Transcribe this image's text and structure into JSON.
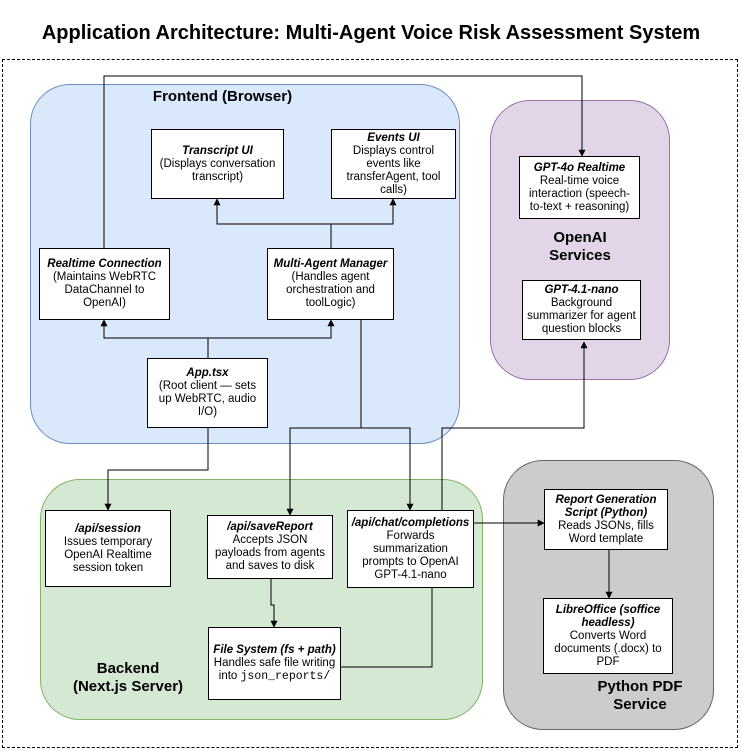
{
  "title": "Application Architecture: Multi-Agent Voice Risk Assessment System",
  "regions": {
    "frontend": "Frontend (Browser)",
    "openai_line1": "OpenAI",
    "openai_line2": "Services",
    "backend_line1": "Backend",
    "backend_line2": "(Next.js Server)",
    "python_line1": "Python PDF",
    "python_line2": "Service"
  },
  "nodes": {
    "transcript_ui": {
      "title": "Transcript UI",
      "desc": "(Displays conversation transcript)"
    },
    "events_ui": {
      "title": "Events UI",
      "desc": "Displays control events like transferAgent, tool calls)"
    },
    "realtime_connection": {
      "title": "Realtime Connection",
      "desc": " (Maintains WebRTC DataChannel to OpenAI)"
    },
    "multi_agent_manager": {
      "title": "Multi-Agent Manager",
      "desc": "(Handles agent orchestration and toolLogic)"
    },
    "app_tsx": {
      "title": "App.tsx",
      "desc": "(Root client — sets up WebRTC, audio I/O)"
    },
    "gpt4o_realtime": {
      "title": "GPT-4o Realtime",
      "desc": "Real-time voice interaction (speech-to-text + reasoning)"
    },
    "gpt41_nano": {
      "title": "GPT-4.1-nano",
      "desc": "Background summarizer for agent question blocks"
    },
    "api_session": {
      "title": "/api/session",
      "desc": "Issues temporary OpenAI Realtime session token"
    },
    "api_save_report": {
      "title": "/api/saveReport",
      "desc": "Accepts JSON payloads from agents and saves to disk"
    },
    "api_chat_completions": {
      "title": "/api/chat/completions",
      "desc": "Forwards summarization prompts to OpenAI GPT-4.1-nano"
    },
    "file_system": {
      "title": "File System (fs + path)",
      "desc": "Handles safe file writing into ",
      "code": "json_reports/"
    },
    "report_generation": {
      "title": "Report Generation Script (Python)",
      "desc": "Reads JSONs, fills Word template"
    },
    "libreoffice": {
      "title": "LibreOffice (soffice headless)",
      "desc": "Converts Word documents (.docx) to PDF"
    }
  },
  "colors": {
    "frontend_fill": "#dae8fc",
    "frontend_stroke": "#6c8ebf",
    "openai_fill": "#e1d5e7",
    "openai_stroke": "#9673a6",
    "backend_fill": "#d5e8d4",
    "backend_stroke": "#82b366",
    "python_fill": "#cccccc",
    "python_stroke": "#666666"
  }
}
